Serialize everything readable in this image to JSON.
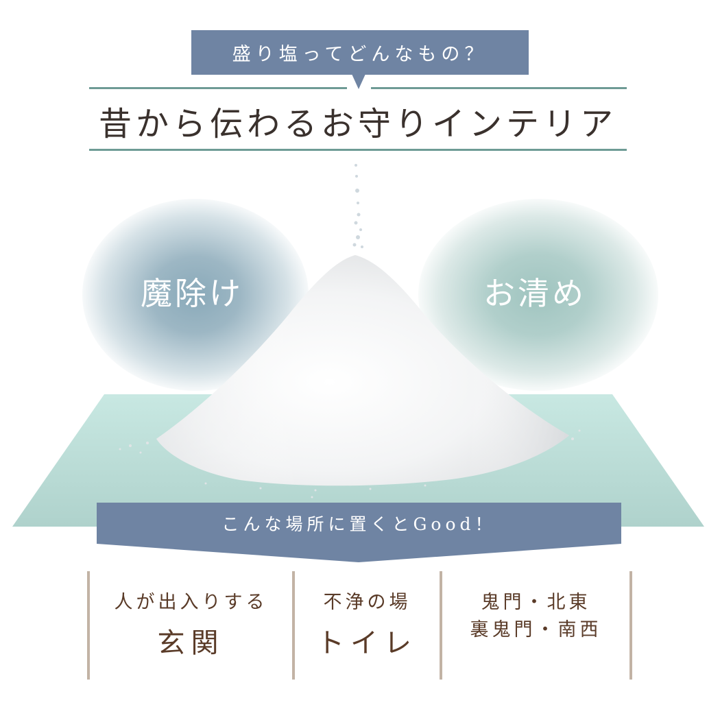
{
  "header": {
    "question_label": "盛り塩ってどんなもの？",
    "title": "昔から伝わるお守りインテリア"
  },
  "illustration": {
    "subject": "salt-pile",
    "left_effect": "魔除け",
    "right_effect": "お清め"
  },
  "placement": {
    "banner_label": "こんな場所に置くとGood！",
    "columns": [
      {
        "caption": "人が出入りする",
        "place": "玄関"
      },
      {
        "caption": "不浄の場",
        "place": "トイレ"
      },
      {
        "lines": [
          "鬼門・北東",
          "裏鬼門・南西"
        ]
      }
    ]
  },
  "colors": {
    "label_blue": "#6f84a3",
    "rule_teal": "#6e9b95",
    "title_text": "#3a312d",
    "floor_top": "#c8e8e2",
    "floor_bottom": "#afd2cc",
    "glow_left": "#89a9b9",
    "glow_right": "#9fc4bf",
    "column_text": "#5a3b28",
    "column_bar": "#c2b3a5"
  }
}
